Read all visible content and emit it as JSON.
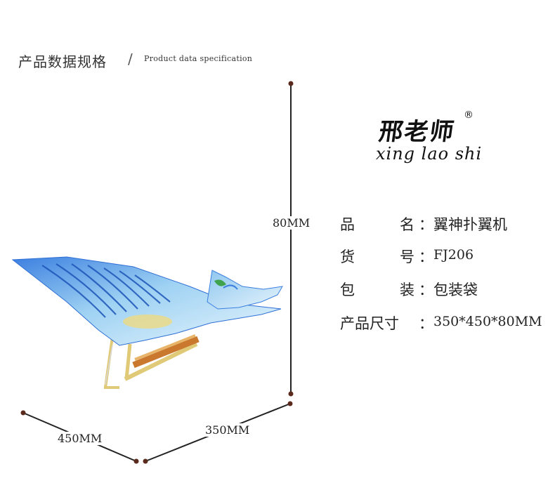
{
  "header": {
    "title_cn": "产品数据规格",
    "slash": "/",
    "title_en": "Product data specification"
  },
  "brand": {
    "name_cn": "邢老师",
    "registered_mark": "®",
    "name_en": "xing lao shi"
  },
  "specs": [
    {
      "label_chars": [
        "品",
        "名"
      ],
      "sep": "：",
      "value": "翼神扑翼机"
    },
    {
      "label_chars": [
        "货",
        "号"
      ],
      "sep": "：",
      "value": "FJ206"
    },
    {
      "label_chars": [
        "包",
        "装"
      ],
      "sep": "：",
      "value": "包装袋"
    },
    {
      "label": "产品尺寸",
      "sep": "：",
      "value": "350*450*80MM"
    }
  ],
  "dimensions": {
    "height": "80MM",
    "width": "450MM",
    "length": "350MM"
  },
  "colors": {
    "dimension_line": "#222222",
    "dimension_dot": "#5a2a1c",
    "wing_blue": "#2f6fd6",
    "wing_light": "#bfe4f7",
    "frame_yellow": "#e9d48a",
    "rubber_band": "#c9782e"
  }
}
